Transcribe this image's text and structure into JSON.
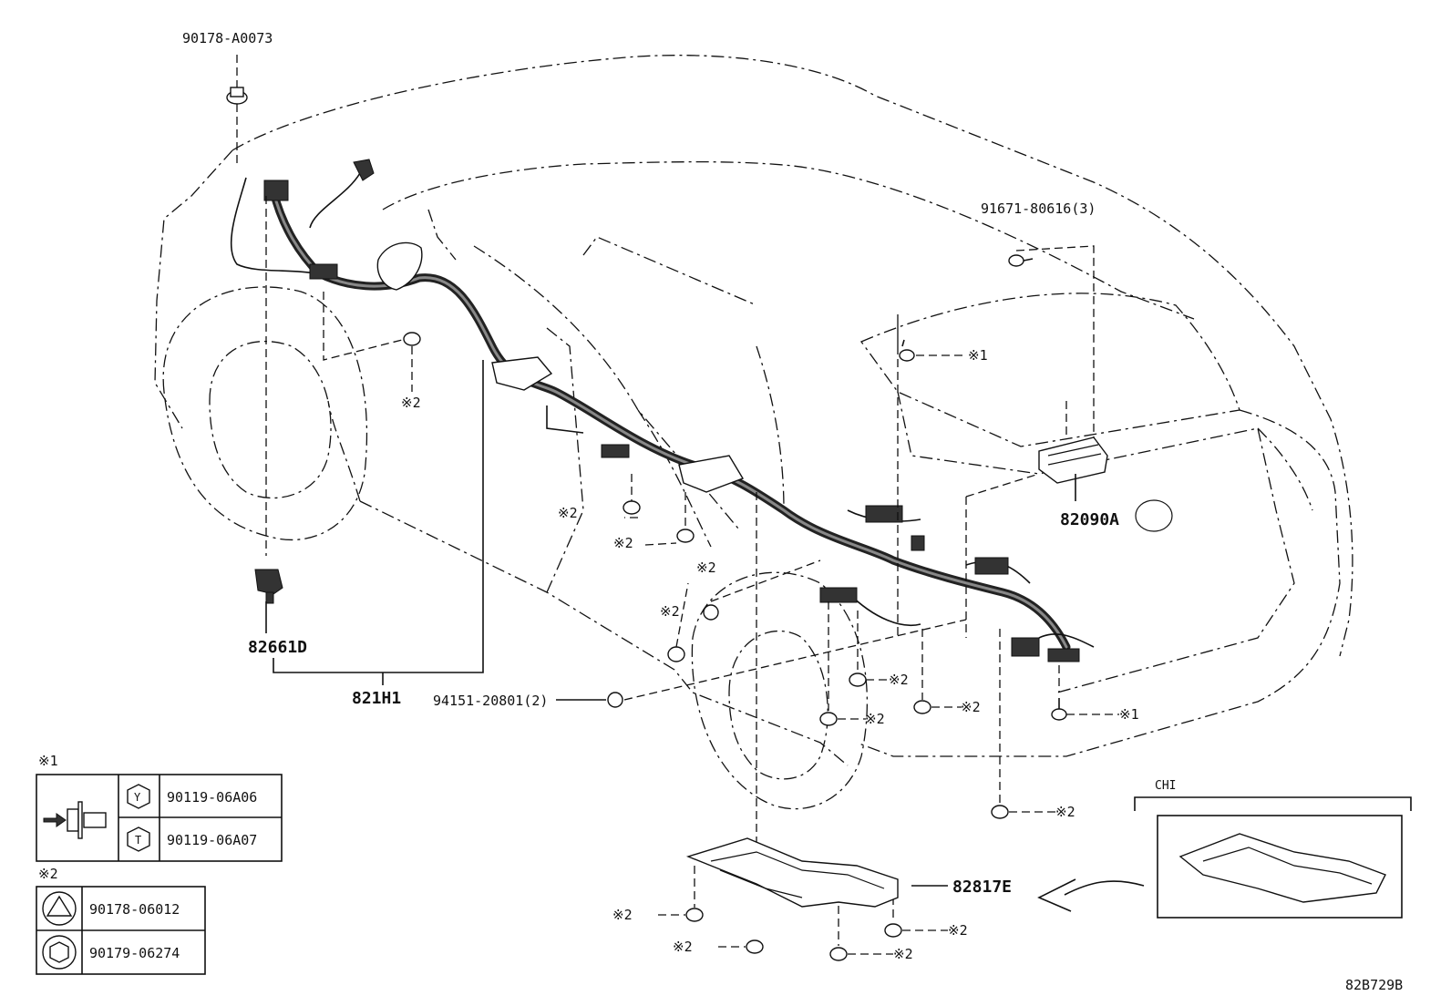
{
  "parts": {
    "clip_top": "90178-A0073",
    "bolt_rear": "91671-80616(3)",
    "mark_1a": "※1",
    "mark_2a": "※2",
    "ecu_82090A": "82090A",
    "clip_a": "※2",
    "clip_b": "※2",
    "clip_c": "※2",
    "clip_d": "※2",
    "sensor_82661D": "82661D",
    "harness_821H1": "821H1",
    "grommet": "94151-20801(2)",
    "clip_e": "※2",
    "clip_f": "※2",
    "clip_g": "※2",
    "clip_h": "※1",
    "clip_i": "※2",
    "cover_82817E": "82817E",
    "clip_j": "※2",
    "clip_k": "※2",
    "clip_l": "※2",
    "clip_m": "※2"
  },
  "legend1": {
    "mark": "※1",
    "code_y_letter": "Y",
    "code_y": "90119-06A06",
    "code_t_letter": "T",
    "code_t": "90119-06A07"
  },
  "legend2": {
    "mark": "※2",
    "code_a": "90178-06012",
    "code_b": "90179-06274"
  },
  "inset": {
    "label": "CHI"
  },
  "figure_id": "82B729B"
}
